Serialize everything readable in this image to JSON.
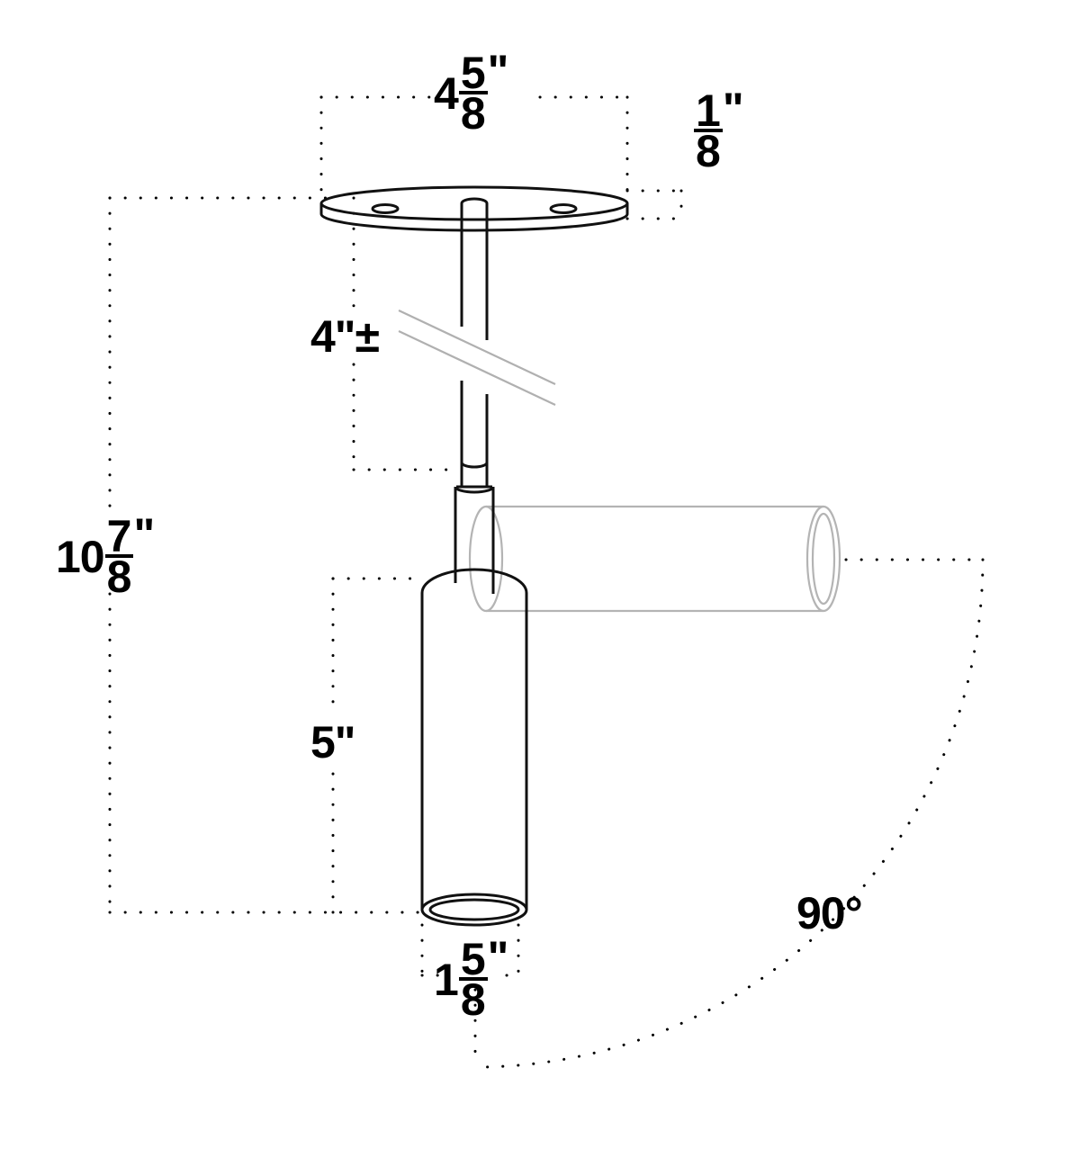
{
  "drawing": {
    "title": "Cylinder Pendant Light Dimensioned Technical Drawing",
    "units": "inches",
    "line_color": "#000000",
    "ghost_color": "#b3b3b3",
    "dimension_color": "#000000",
    "background": "#ffffff"
  },
  "dimensions": {
    "canopy_diameter": {
      "label": "canopy-diameter",
      "whole": "4",
      "numerator": "5",
      "denominator": "8",
      "unit": "\"",
      "full_text": "4 5/8\""
    },
    "canopy_thickness": {
      "label": "canopy-thickness",
      "whole": "",
      "numerator": "1",
      "denominator": "8",
      "unit": "\"",
      "full_text": "1/8\""
    },
    "overall_height": {
      "label": "overall-height",
      "whole": "10",
      "numerator": "7",
      "denominator": "8",
      "unit": "\"",
      "full_text": "10 7/8\""
    },
    "stem_length": {
      "label": "stem-length",
      "text": "4\"±",
      "note": "adjustable stem length, nominal 4 inches plus or minus"
    },
    "head_length": {
      "label": "head-length",
      "text": "5\"",
      "note": "cylinder body length"
    },
    "head_diameter": {
      "label": "head-diameter",
      "whole": "1",
      "numerator": "5",
      "denominator": "8",
      "unit": "\"",
      "full_text": "1 5/8\""
    },
    "swivel_angle": {
      "label": "swivel-angle",
      "text": "90°",
      "note": "range of head rotation"
    }
  },
  "parts": [
    {
      "name": "ceiling-canopy-plate",
      "shape": "disc",
      "visible": true
    },
    {
      "name": "canopy-mounting-hole-left",
      "shape": "small-ellipse",
      "visible": true
    },
    {
      "name": "canopy-mounting-hole-right",
      "shape": "small-ellipse",
      "visible": true
    },
    {
      "name": "downrod-stem",
      "shape": "tube",
      "visible": true
    },
    {
      "name": "stem-break-symbol",
      "shape": "double-diagonal-break",
      "visible": true
    },
    {
      "name": "stem-collar",
      "shape": "ring",
      "visible": true
    },
    {
      "name": "swivel-knuckle",
      "shape": "block",
      "visible": true
    },
    {
      "name": "cylinder-head-body",
      "shape": "cylinder",
      "visible": true
    },
    {
      "name": "cylinder-head-lens-rim",
      "shape": "double-ellipse",
      "visible": true
    },
    {
      "name": "cylinder-head-rotated-ghost",
      "shape": "ghost-cylinder-horizontal",
      "visible": true
    }
  ]
}
